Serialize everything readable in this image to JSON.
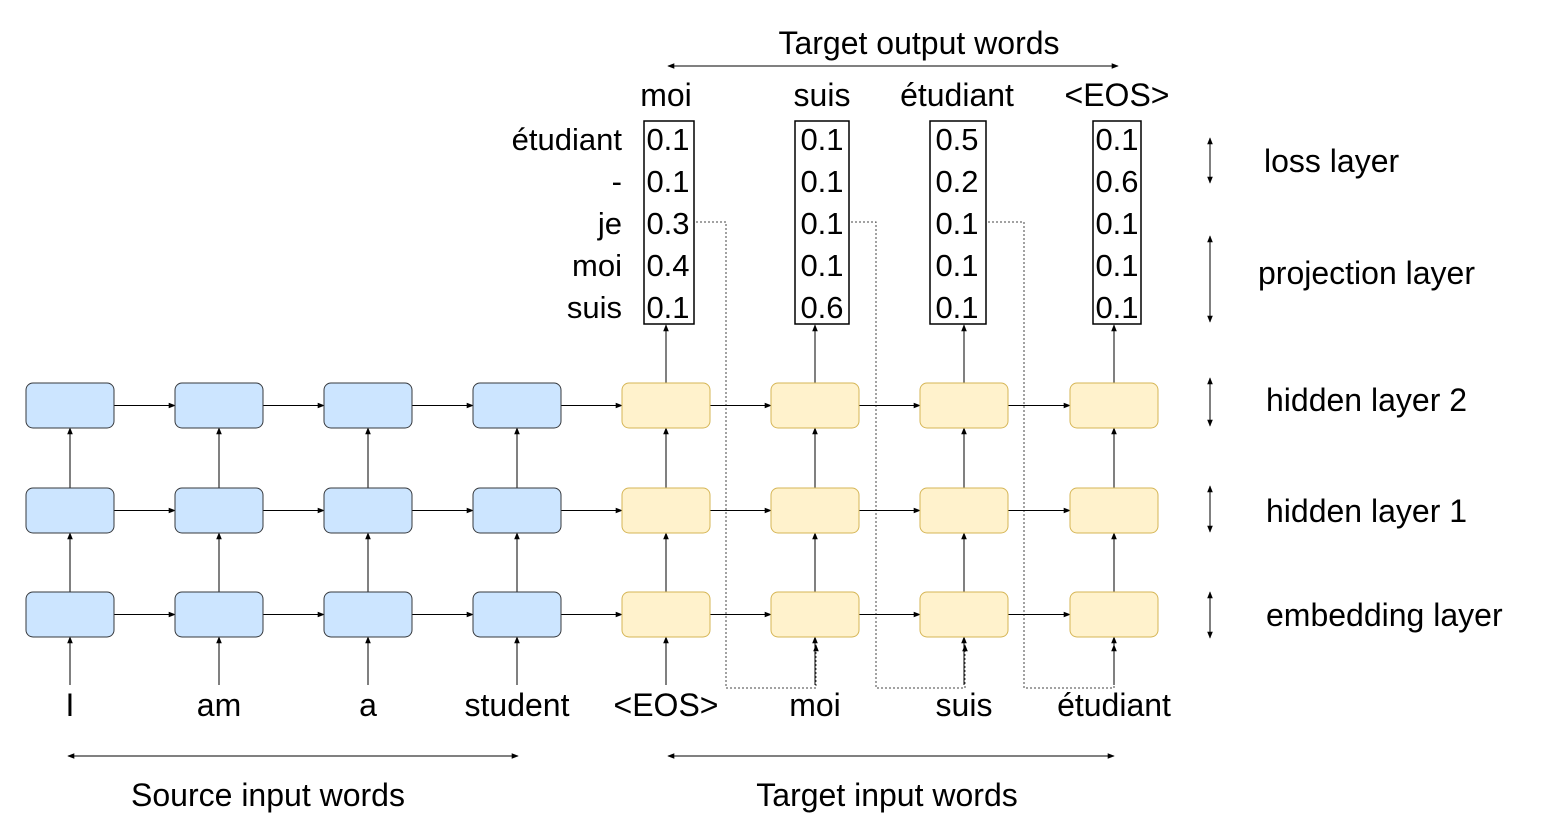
{
  "top_caption": "Target output words",
  "bottom_captions": {
    "source": "Source input words",
    "target": "Target input words"
  },
  "vocab": [
    "étudiant",
    "-",
    "je",
    "moi",
    "suis"
  ],
  "output_words": [
    "moi",
    "suis",
    "étudiant",
    "<EOS>"
  ],
  "source_input_words": [
    "I",
    "am",
    "a",
    "student"
  ],
  "target_input_words": [
    "<EOS>",
    "moi",
    "suis",
    "étudiant"
  ],
  "probabilities": [
    [
      "0.1",
      "0.1",
      "0.3",
      "0.4",
      "0.1"
    ],
    [
      "0.1",
      "0.1",
      "0.1",
      "0.1",
      "0.6"
    ],
    [
      "0.5",
      "0.2",
      "0.1",
      "0.1",
      "0.1"
    ],
    [
      "0.1",
      "0.6",
      "0.1",
      "0.1",
      "0.1"
    ]
  ],
  "highlight_index": [
    3,
    4,
    0,
    1
  ],
  "layers": {
    "loss": "loss layer",
    "projection": "projection layer",
    "hidden2": "hidden layer 2",
    "hidden1": "hidden layer 1",
    "embedding": "embedding layer"
  },
  "colors": {
    "encoder_fill": "#cce5ff",
    "encoder_stroke": "#36393d",
    "decoder_fill": "#fff2cc",
    "decoder_stroke": "#d6b656",
    "highlight": "#ff0000",
    "line": "#000000"
  }
}
